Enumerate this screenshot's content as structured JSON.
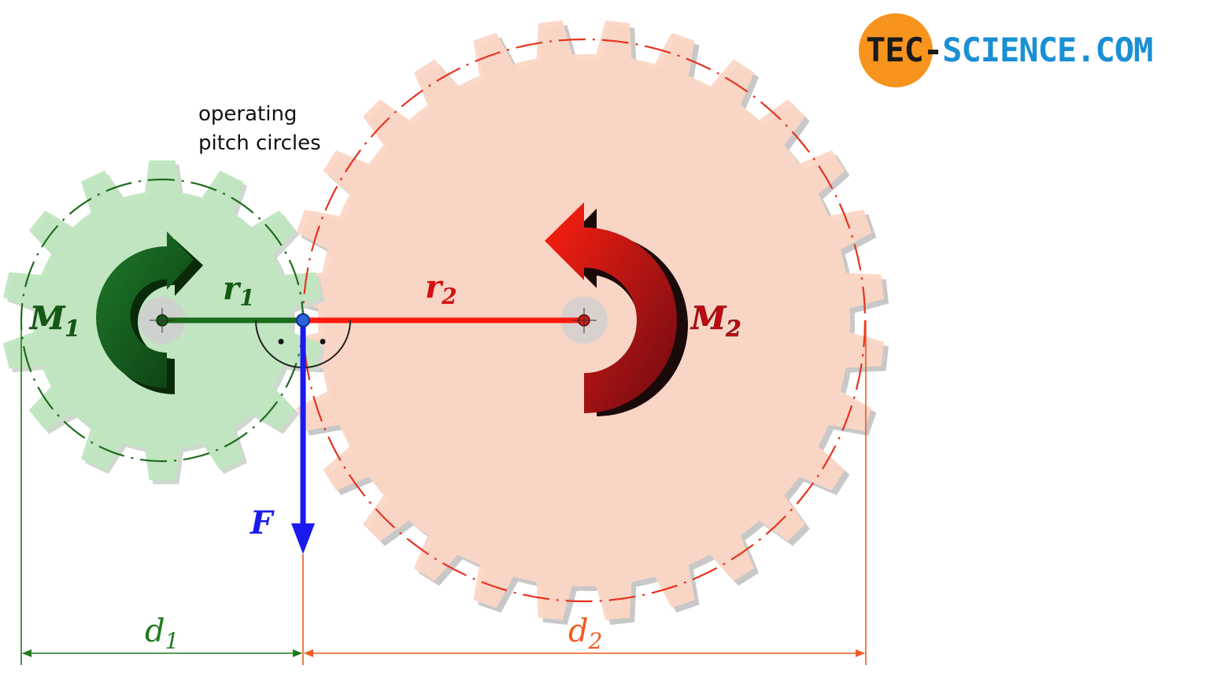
{
  "annotation": {
    "line1": "operating",
    "line2": "pitch circles"
  },
  "labels": {
    "m1": "M",
    "m1_sub": "1",
    "m2": "M",
    "m2_sub": "2",
    "r1": "r",
    "r1_sub": "1",
    "r2": "r",
    "r2_sub": "2",
    "force": "F",
    "d1": "d",
    "d1_sub": "1",
    "d2": "d",
    "d2_sub": "2"
  },
  "logo": {
    "part1": "TEC-",
    "part2": "SCIENCE.COM",
    "color_circle": "#f7941d",
    "color_text1": "#1a1a1a",
    "color_text2": "#1a8fd4"
  },
  "gears": {
    "small": {
      "teeth": 14,
      "fill": "#bfe6bf",
      "pitch_color": "#1f6b1f"
    },
    "large": {
      "teeth": 28,
      "fill": "#fcd6c5",
      "pitch_color": "#e53320"
    }
  },
  "colors": {
    "green_dark": "#145a14",
    "red": "#e0201a",
    "blue": "#1a1aee",
    "dim_green": "#1f7a1f",
    "dim_orange": "#f05a22"
  }
}
